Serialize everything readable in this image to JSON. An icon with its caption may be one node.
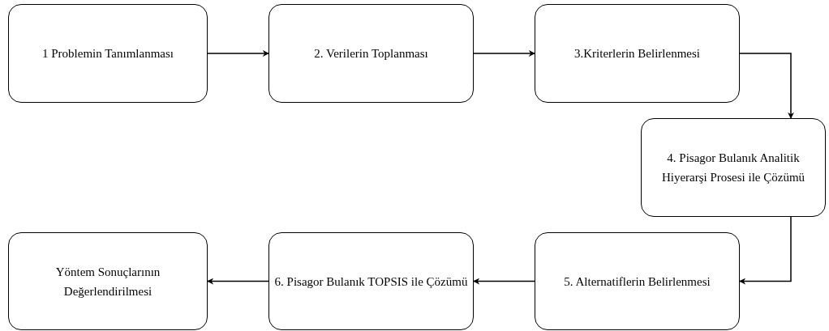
{
  "diagram": {
    "nodes": [
      {
        "text": [
          "1 Problemin Tanımlanması"
        ]
      },
      {
        "text": [
          "2. Verilerin Toplanması"
        ]
      },
      {
        "text": [
          "3.Kriterlerin Belirlenmesi"
        ]
      },
      {
        "text": [
          "4. Pisagor Bulanık Analitik Hiyerarşi Prosesi ile Çözümü"
        ]
      },
      {
        "text": [
          "5. Alternatiflerin Belirlenmesi"
        ]
      },
      {
        "text": [
          "6. Pisagor Bulanık TOPSIS ile Çözümü"
        ]
      },
      {
        "text": [
          "Yöntem Sonuçlarının Değerlendirilmesi"
        ]
      }
    ],
    "edges": [
      {
        "from": 0,
        "to": 1,
        "arrow": "to"
      },
      {
        "from": 1,
        "to": 2,
        "arrow": "to"
      },
      {
        "from": 2,
        "to": 3,
        "arrow": "to"
      },
      {
        "from": 3,
        "to": 4,
        "arrow": "to"
      },
      {
        "from": 4,
        "to": 5,
        "arrow": "to"
      },
      {
        "from": 5,
        "to": 6,
        "arrow": "to"
      }
    ]
  }
}
